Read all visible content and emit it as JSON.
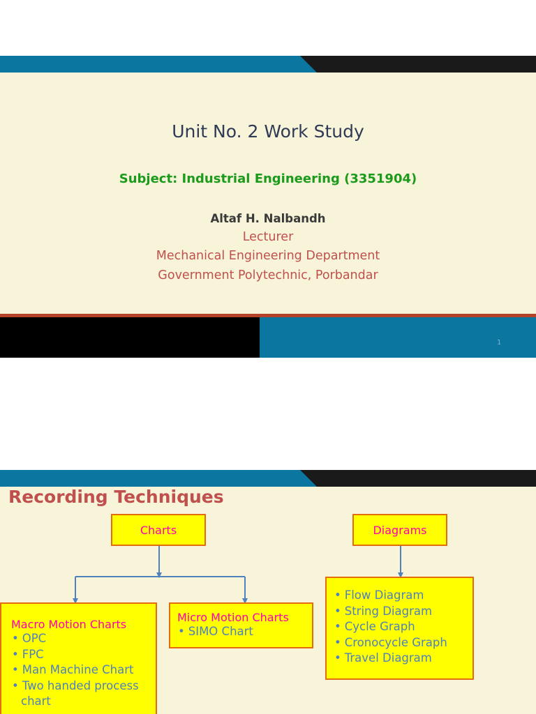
{
  "slide1": {
    "title": "Unit No. 2  Work Study",
    "subject": "Subject: Industrial Engineering (3351904)",
    "author": "Altaf H. Nalbandh",
    "role": "Lecturer",
    "department": "Mechanical Engineering Department",
    "institution": "Government Polytechnic, Porbandar",
    "page_number": "1"
  },
  "slide2": {
    "title": "Recording Techniques",
    "charts_label": "Charts",
    "diagrams_label": "Diagrams",
    "macro": {
      "title": "Macro Motion Charts",
      "items": [
        "OPC",
        "FPC",
        "Man Machine Chart",
        "Two handed process chart"
      ]
    },
    "micro": {
      "title": "Micro Motion Charts",
      "items": [
        "SIMO Chart"
      ]
    },
    "diagram_items": [
      "Flow Diagram",
      "String Diagram",
      "Cycle Graph",
      "Cronocycle Graph",
      "Travel Diagram"
    ]
  },
  "colors": {
    "slide_bg": "#f8f4d9",
    "band_blue": "#0b76a0",
    "title_navy": "#2f3a56",
    "subject_green": "#1c9a1c",
    "accent_red": "#c0504d",
    "box_yellow": "#ffff00",
    "box_border": "#e46c0a",
    "box_heading": "#ff00b4",
    "bullet_blue": "#4f81bd"
  }
}
